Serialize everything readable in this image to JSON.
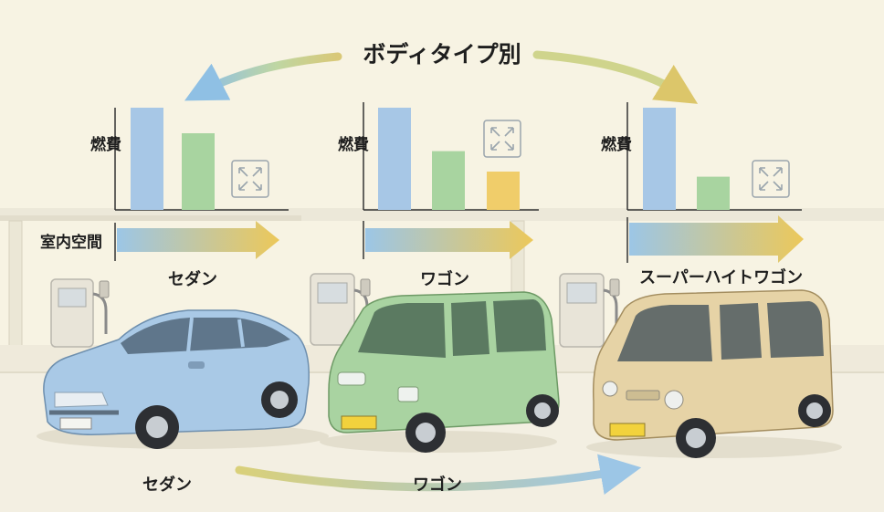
{
  "title": "ボディタイプ別",
  "axis_labels": {
    "fuel": "燃費",
    "space": "室内空間"
  },
  "panels": [
    {
      "name": "セダン",
      "bars": [
        4,
        3,
        0
      ]
    },
    {
      "name": "ワゴン",
      "bars": [
        4,
        2.3,
        1.5
      ]
    },
    {
      "name": "スーパーハイトワゴン",
      "bars": [
        4,
        1.3,
        0
      ]
    }
  ],
  "bottom_labels": [
    "セダン",
    "ワゴン"
  ],
  "colors": {
    "blue": "#a7c7e6",
    "green": "#a8d4a0",
    "yellow": "#f0cd6a",
    "arrow_blue": "#9cc6e6",
    "arrow_yellow": "#ecc85a"
  },
  "icons": [
    "expand-arrows-icon",
    "fuel-pump-icon",
    "sedan-car",
    "wagon-car",
    "super-height-wagon-car"
  ]
}
